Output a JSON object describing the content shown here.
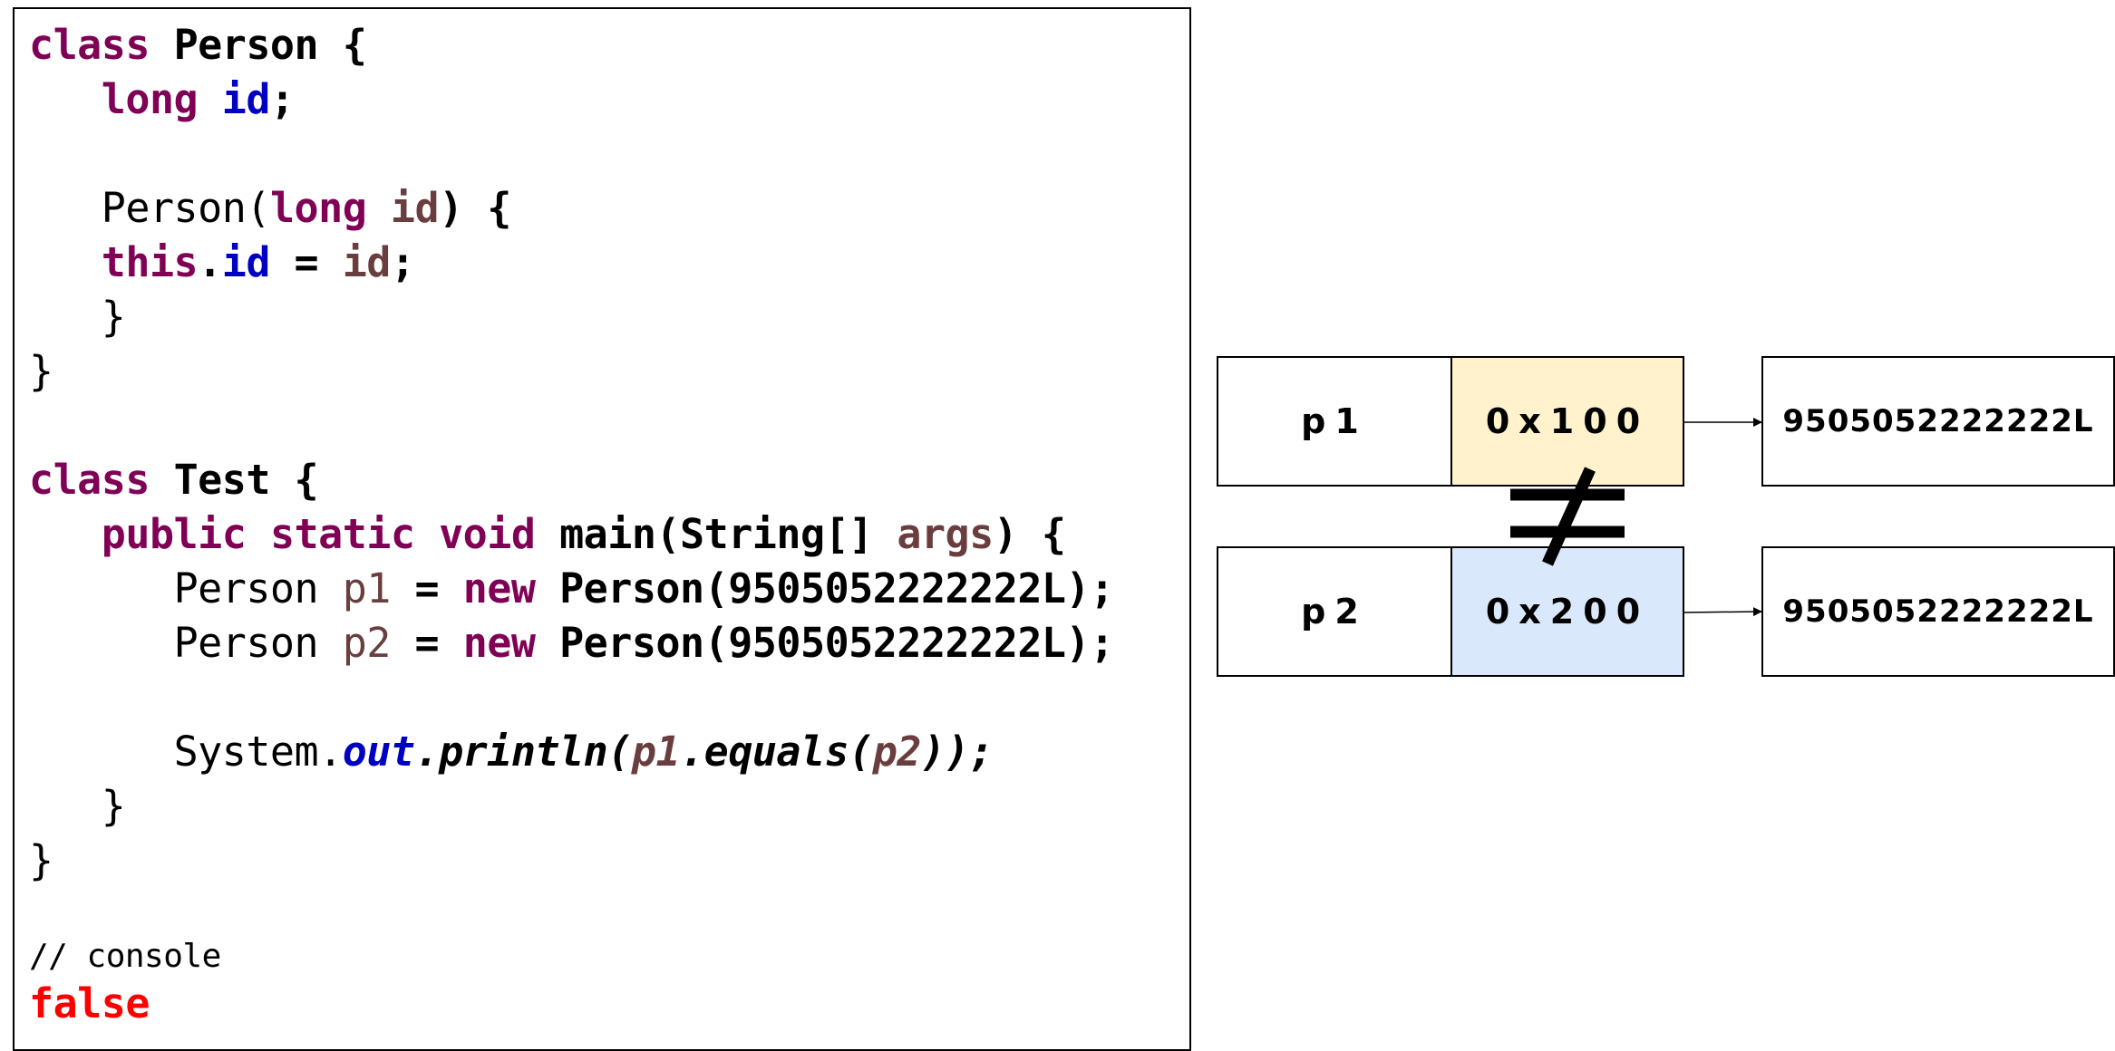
{
  "code": {
    "line01": {
      "kw_class": "class",
      "name": "Person",
      "brace": " {"
    },
    "line02": {
      "kw_long": "long",
      "sp": " ",
      "field": "id",
      "semi": ";"
    },
    "line04": {
      "ctor": "Person(",
      "kw_long": "long",
      "sp": " ",
      "param": "id",
      "rest": ") {"
    },
    "line05": {
      "kw_this": "this",
      "dot": ".",
      "field": "id",
      "eq": " = ",
      "param": "id",
      "semi": ";"
    },
    "line06": {
      "brace": "}"
    },
    "line07": {
      "brace": "}"
    },
    "line09": {
      "kw_class": "class",
      "name": "Test",
      "brace": " {"
    },
    "line10": {
      "kw_public": "public",
      "kw_static": "static",
      "kw_void": "void",
      "sig": "main(String[] ",
      "param": "args",
      "rest": ") {"
    },
    "line11": {
      "type": "Person ",
      "var": "p1",
      "eq": " = ",
      "kw_new": "new",
      "call": "Person(9505052222222L);"
    },
    "line12": {
      "type": "Person ",
      "var": "p2",
      "eq": " = ",
      "kw_new": "new",
      "call": "Person(9505052222222L);"
    },
    "line14": {
      "sys": "System.",
      "out": "out",
      "println": ".println(",
      "p1": "p1",
      "equals": ".equals(",
      "p2": "p2",
      "close": "));"
    },
    "line15": {
      "brace": "}"
    },
    "line16": {
      "brace": "}"
    },
    "comment": "// console",
    "output": "false"
  },
  "diagram": {
    "row1": {
      "var": "p1",
      "address": "0x100",
      "value": "9505052222222L"
    },
    "row2": {
      "var": "p2",
      "address": "0x200",
      "value": "9505052222222L"
    },
    "colors": {
      "address1_bg": "#fff2cc",
      "address2_bg": "#dae8fc"
    },
    "relation": "not-equal-symbol"
  }
}
